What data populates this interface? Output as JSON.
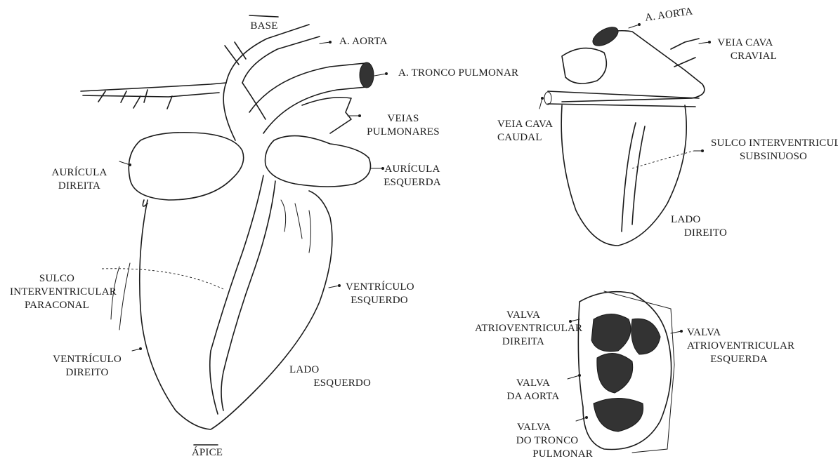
{
  "main_heart": {
    "base": "BASE",
    "apex": "ÁPICE",
    "aorta": "A. AORTA",
    "pulmonary_trunk": "A. TRONCO PULMONAR",
    "pulmonary_veins": [
      "VEIAS",
      "PULMONARES"
    ],
    "right_auricle": [
      "AURÍCULA",
      "DIREITA"
    ],
    "left_auricle": [
      "AURÍCULA",
      "ESQUERDA"
    ],
    "paraconal_groove": [
      "SULCO",
      "INTERVENTRICULAR",
      "PARACONAL"
    ],
    "left_ventricle": [
      "VENTRÍCULO",
      "ESQUERDO"
    ],
    "right_ventricle": [
      "VENTRÍCULO",
      "DIREITO"
    ],
    "left_side": [
      "LADO",
      "ESQUERDO"
    ]
  },
  "right_view": {
    "aorta": "A. AORTA",
    "cranial_vena_cava": [
      "VEIA CAVA",
      "CRAVIAL"
    ],
    "caudal_vena_cava": [
      "VEIA CAVA",
      "CAUDAL"
    ],
    "subsinuosal_groove": [
      "SULCO INTERVENTRICULAR",
      "SUBSINUOSO"
    ],
    "right_side": [
      "LADO",
      "DIREITO"
    ]
  },
  "valves_view": {
    "right_av_valve": [
      "VALVA",
      "ATRIOVENTRICULAR",
      "DIREITA"
    ],
    "left_av_valve": [
      "VALVA",
      "ATRIOVENTRICULAR",
      "ESQUERDA"
    ],
    "aortic_valve": [
      "VALVA",
      "DA AORTA"
    ],
    "pulmonary_valve": [
      "VALVA",
      "DO TRONCO",
      "PULMONAR"
    ]
  }
}
